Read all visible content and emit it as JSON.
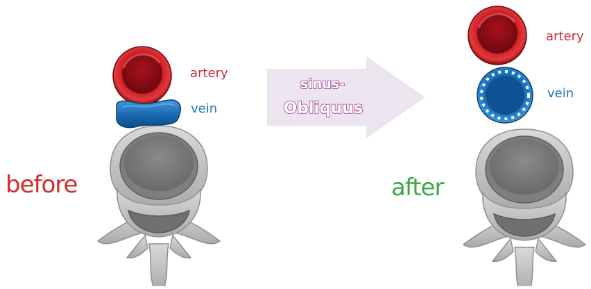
{
  "before": {
    "label": "before",
    "artery_label": "artery",
    "vein_label": "vein"
  },
  "after": {
    "label": "after",
    "artery_label": "artery",
    "vein_label": "vein"
  },
  "procedure": {
    "line1": "sinus-",
    "line2": "Obliquus"
  },
  "colors": {
    "artery": "#c8102e",
    "vein": "#1a6fb5",
    "bone": "#bdbdbd",
    "before_text": "#d52a2a",
    "after_text": "#3aa84b",
    "arrow_fill": "#ece4ef",
    "arrow_text_outline": "#a23d92"
  }
}
